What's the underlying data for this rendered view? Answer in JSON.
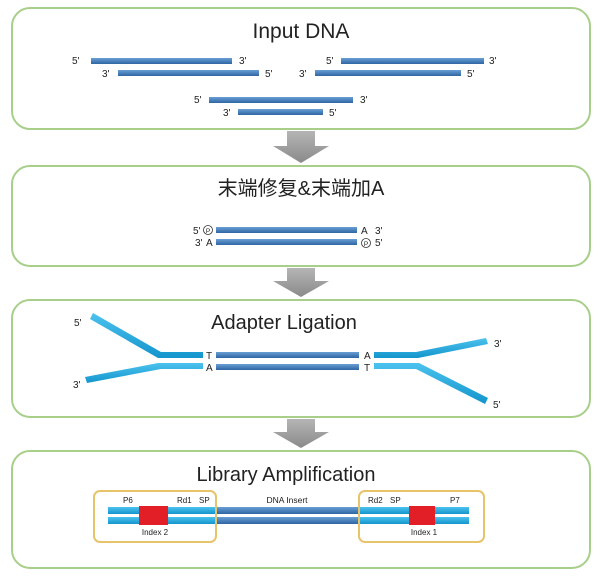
{
  "steps": [
    {
      "title": "Input DNA",
      "ends": {
        "a_top_left": "5'",
        "a_top_right": "3'",
        "a_bot_left": "3'",
        "a_bot_right": "5'",
        "b_top_left": "5'",
        "b_top_right": "3'",
        "b_bot_left": "3'",
        "b_bot_right": "5'",
        "c_top_left": "5'",
        "c_top_right": "3'",
        "c_bot_left": "3'",
        "c_bot_right": "5'"
      }
    },
    {
      "title": "末端修复&末端加A",
      "ends": {
        "top_left": "5'",
        "top_right": "3'",
        "bot_left": "3'",
        "bot_right": "5'"
      },
      "phosphate": "P",
      "overhang": "A"
    },
    {
      "title": "Adapter Ligation",
      "ends": {
        "left_top": "5'",
        "left_bot": "3'",
        "right_top": "3'",
        "right_bot": "5'"
      },
      "left_bases": {
        "top": "T",
        "bot": "A"
      },
      "right_bases": {
        "top": "A",
        "bot": "T"
      }
    },
    {
      "title": "Library Amplification",
      "left_adapter": {
        "p": "P6",
        "rd": "Rd1",
        "sp": "SP",
        "index": "Index 2"
      },
      "insert": "DNA Insert",
      "right_adapter": {
        "rd": "Rd2",
        "sp": "SP",
        "p": "P7",
        "index": "Index 1"
      }
    }
  ],
  "colors": {
    "panel_border": "#a8cf8a",
    "strand_dark": "#3d79b6",
    "strand_light": "#1aa7de",
    "index_red": "#e21f26",
    "adapter_box": "#e7c46a",
    "arrow": "#9b9b9b"
  }
}
